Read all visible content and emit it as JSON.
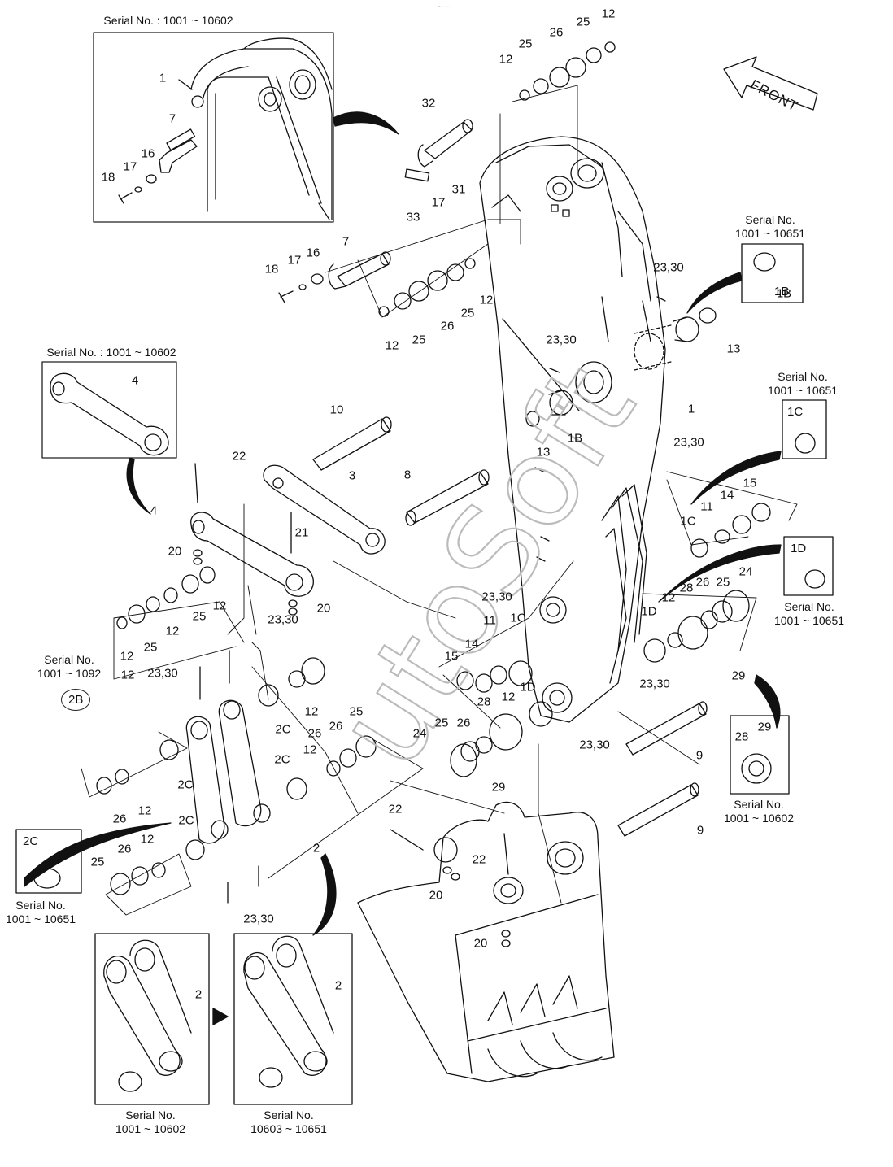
{
  "header_mark": "~ ---",
  "watermark": "utoSoft",
  "front_label": "FRONT",
  "serials": {
    "top_left_inset": "Serial No. : 1001 ~ 10602",
    "link_inset": "Serial No. : 1001 ~ 10602",
    "s_1b": [
      "Serial No.",
      "1001 ~ 10651"
    ],
    "s_1c": [
      "Serial No.",
      "1001 ~ 10651"
    ],
    "s_1d": [
      "Serial No.",
      "1001 ~ 10651"
    ],
    "s_2b": [
      "Serial No.",
      "1001 ~ 1092"
    ],
    "s_2c": [
      "Serial No.",
      "1001 ~ 10651"
    ],
    "s_28_29": [
      "Serial No.",
      "1001 ~ 10602"
    ],
    "s_link_a": [
      "Serial No.",
      "1001 ~ 10602"
    ],
    "s_link_b": [
      "Serial No.",
      "10603 ~ 10651"
    ]
  },
  "boxes": {
    "b_1b": "1B",
    "b_1c": "1C",
    "b_1d": "1D",
    "b_2c": "2C",
    "b_2b": "2B"
  },
  "callouts": [
    "1",
    "7",
    "16",
    "17",
    "18",
    "12",
    "25",
    "26",
    "25",
    "12",
    "32",
    "31",
    "17",
    "33",
    "18",
    "17",
    "16",
    "7",
    "12",
    "25",
    "26",
    "25",
    "12",
    "23,30",
    "1B",
    "13",
    "23,30",
    "1B",
    "13",
    "1",
    "4",
    "10",
    "3",
    "8",
    "22",
    "4",
    "21",
    "20",
    "20",
    "12",
    "25",
    "12",
    "25",
    "12",
    "12",
    "23,30",
    "23,30",
    "1C",
    "11",
    "14",
    "15",
    "23,30",
    "23,30",
    "1C",
    "11",
    "14",
    "15",
    "1D",
    "12",
    "28",
    "26",
    "25",
    "24",
    "29",
    "1D",
    "12",
    "28",
    "26",
    "25",
    "24",
    "29",
    "23,30",
    "23,30",
    "2C",
    "26",
    "25",
    "12",
    "26",
    "12",
    "2C",
    "2C",
    "26",
    "12",
    "2C",
    "12",
    "26",
    "25",
    "2",
    "23,30",
    "9",
    "9",
    "29",
    "28",
    "22",
    "22",
    "20",
    "20",
    "2",
    "2"
  ]
}
